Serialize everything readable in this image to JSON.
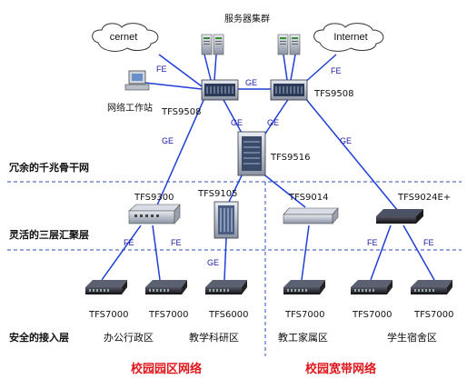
{
  "title": "服务器集群",
  "clouds": {
    "left": "cernet",
    "right": "Internet"
  },
  "workstation": "网络工作站",
  "devices": {
    "core_left": "TFS9508",
    "core_right": "TFS9508",
    "center": "TFS9516",
    "agg1": "TFS9300",
    "agg2": "TFS9105",
    "agg3": "TFS9014",
    "agg4": "TFS9024E+",
    "acc1": "TFS7000",
    "acc2": "TFS7000",
    "acc3": "TFS6000",
    "acc4": "TFS7000",
    "acc5": "TFS7000",
    "acc6": "TFS7000"
  },
  "links": {
    "fe": "FE",
    "ge": "GE"
  },
  "layers": {
    "backbone": "冗余的千兆骨干网",
    "aggregation": "灵活的三层汇聚层",
    "access": "安全的接入层"
  },
  "areas": {
    "office": "办公行政区",
    "teaching": "教学科研区",
    "staff": "教工家属区",
    "dorm": "学生宿舍区"
  },
  "zones": {
    "left": "校园园区网络",
    "right": "校园宽带网络"
  },
  "colors": {
    "link": "#1f3fd6",
    "zone": "#e0161c",
    "dash": "#2d4fc2"
  }
}
